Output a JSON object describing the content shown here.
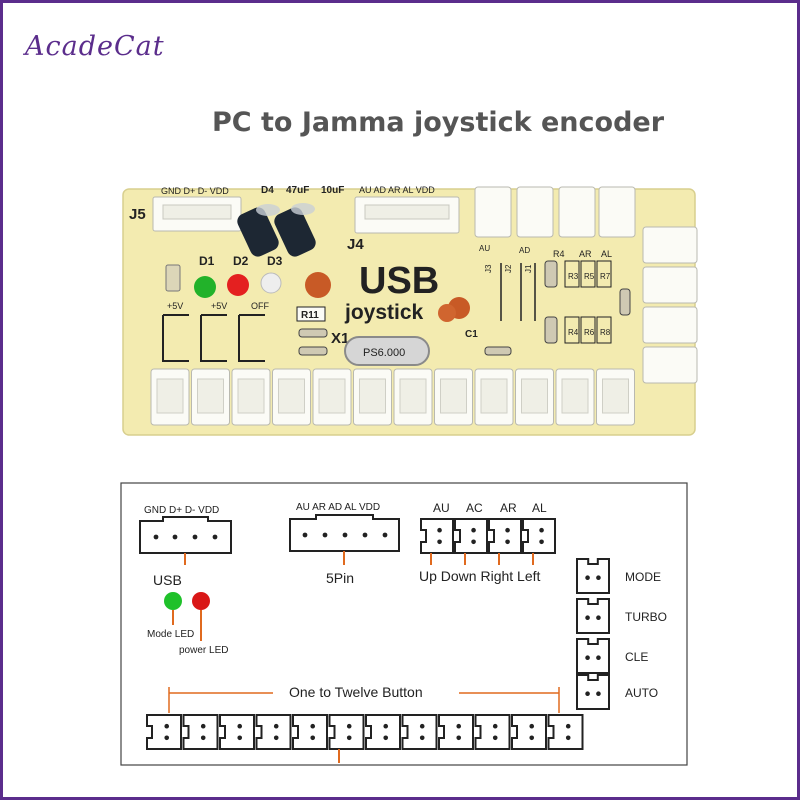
{
  "brand": "AcadeCat",
  "title": "PC to Jamma joystick encoder",
  "photo": {
    "top_silk": {
      "usb_pins": "GND D+ D- VDD",
      "d4": "D4",
      "cap1": "47uF",
      "cap2": "10uF",
      "pin5": "AU AD AR AL VDD"
    },
    "j5": "J5",
    "j4": "J4",
    "led_labels": {
      "d1": "D1",
      "d2": "D2",
      "d3": "D3"
    },
    "power_labels": {
      "p1": "+5V",
      "p2": "+5V",
      "p3": "OFF"
    },
    "usb_big": "USB",
    "joystick": "joystick",
    "x1": "X1",
    "r11": "R11",
    "crystal": "PS6.000",
    "c1": "C1",
    "resistors": [
      "R3",
      "R5",
      "R7",
      "R4",
      "R6",
      "R8"
    ],
    "resistor_top": [
      "R4",
      "AR",
      "AL"
    ],
    "dir_labels": [
      "AU",
      "J3",
      "J2",
      "J1",
      "AD"
    ],
    "colors": {
      "pcb": "#f3ebb0",
      "red_led": "#e42020",
      "green_led": "#22b22a"
    }
  },
  "diagram": {
    "usb_pins": "GND D+ D- VDD",
    "usb_label": "USB",
    "pin5_pins": "AU AR AD AL VDD",
    "pin5_label": "5Pin",
    "dir_tops": [
      "AU",
      "AC",
      "AR",
      "AL"
    ],
    "dir_bottom": "Up Down Right Left",
    "mode_led": "Mode LED",
    "power_led": "power LED",
    "side_labels": [
      "MODE",
      "TURBO",
      "CLE",
      "AUTO"
    ],
    "buttons_label": "One to Twelve Button",
    "button_count": 12,
    "colors": {
      "green_led": "#1fc12a",
      "red_led": "#d91717",
      "accent_line": "#e06a1f"
    }
  }
}
